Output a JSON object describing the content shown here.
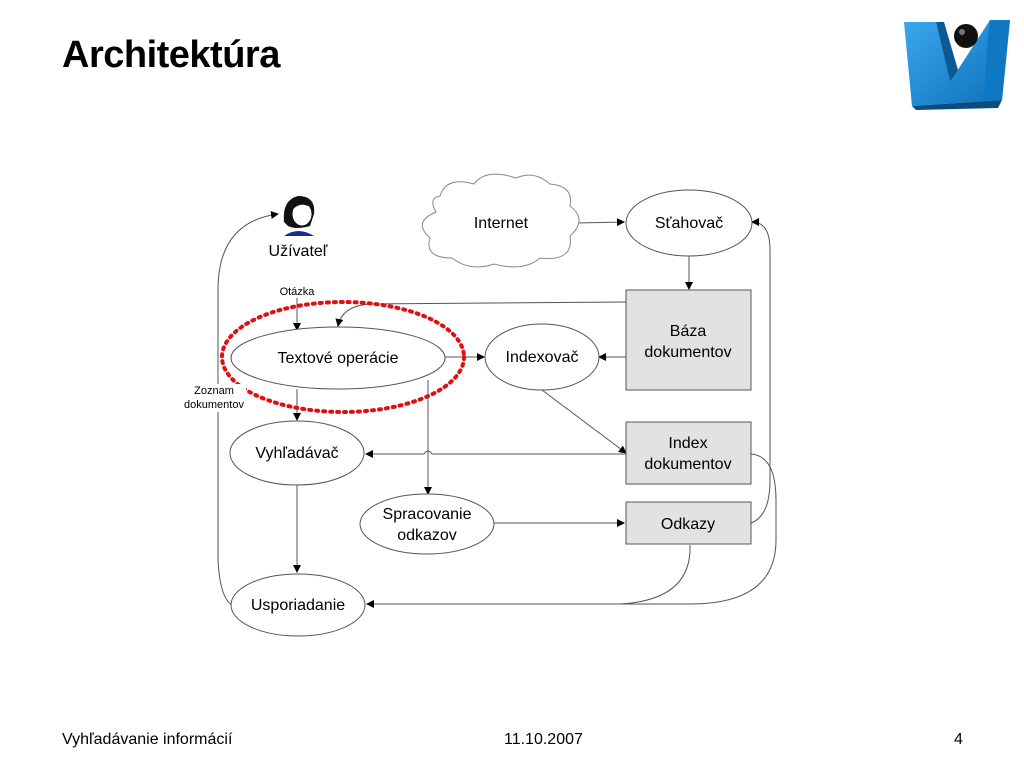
{
  "slide": {
    "title": "Architektúra",
    "footer_left": "Vyhľadávanie informácií",
    "footer_center": "11.10.2007",
    "page_number": "4"
  },
  "logo": {
    "icon": "university-logo-icon",
    "color": "#1f8fd8"
  },
  "diagram": {
    "user_label": "Užívateľ",
    "internet": "Internet",
    "crawler": "Sťahovač",
    "document_base": [
      "Báza",
      "dokumentov"
    ],
    "text_operations": "Textové operácie",
    "indexer": "Indexovač",
    "searcher": "Vyhľadávač",
    "document_index": [
      "Index",
      "dokumentov"
    ],
    "link_processing": [
      "Spracovanie",
      "odkazov"
    ],
    "links": "Odkazy",
    "ranking": "Usporiadanie",
    "query_label": "Otázka",
    "document_list_label": [
      "Zoznam",
      "dokumentov"
    ],
    "highlight_color": "#dd1111",
    "box_fill": "#e2e2e2"
  }
}
